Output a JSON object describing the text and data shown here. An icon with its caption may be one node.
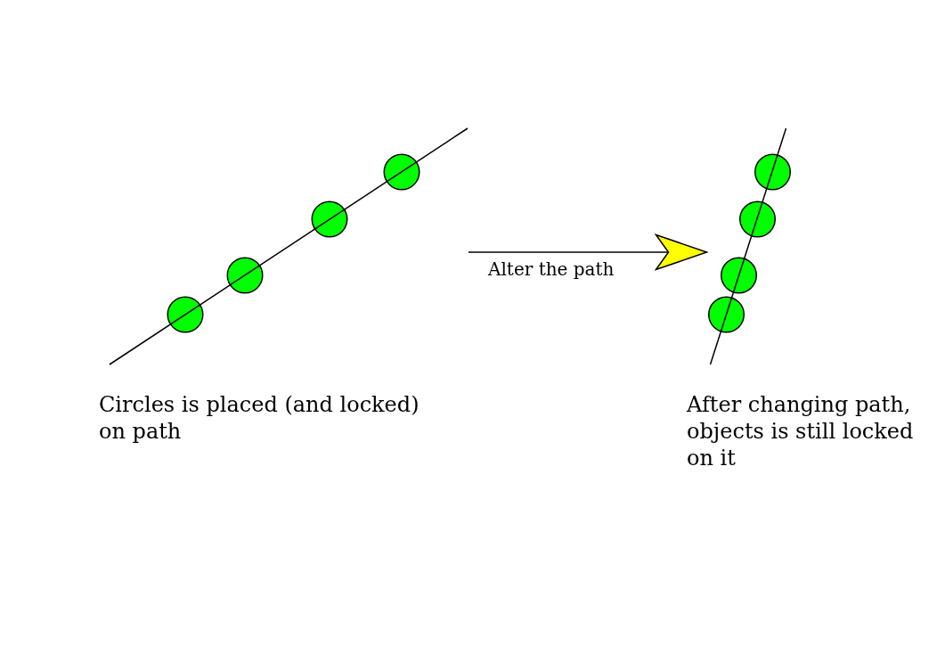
{
  "diagram": {
    "nodes": [
      {
        "text": [],
        "shape": "picture",
        "beside": [
          "Circles is placed (and locked) on path"
        ]
      },
      {
        "text": [],
        "shape": "picture",
        "beside": [
          "After changing path, objects is still locked on it"
        ]
      }
    ],
    "edges": [
      {
        "from": 0,
        "to": 1,
        "arrow": "to",
        "label": "Alter the path"
      }
    ]
  }
}
